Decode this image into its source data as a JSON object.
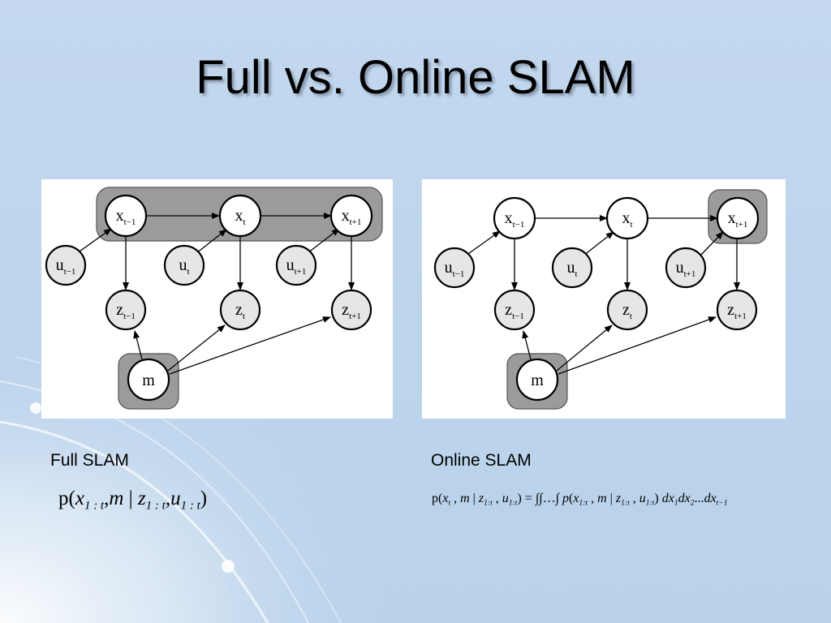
{
  "slide": {
    "title": "Full vs. Online SLAM"
  },
  "full": {
    "caption": "Full SLAM",
    "formula": {
      "p": "p(",
      "x": "x",
      "x_sub": "1 : t",
      "comma1": ",",
      "m": "m",
      "bar": " | ",
      "z": "z",
      "z_sub": "1 : t",
      "comma2": ",",
      "u": "u",
      "u_sub": "1 : t",
      "close": ")"
    },
    "nodes": {
      "x_prev": {
        "main": "x",
        "sub": "t−1"
      },
      "x_t": {
        "main": "x",
        "sub": "t"
      },
      "x_next": {
        "main": "x",
        "sub": "t+1"
      },
      "u_prev": {
        "main": "u",
        "sub": "t−1"
      },
      "u_t": {
        "main": "u",
        "sub": "t"
      },
      "u_next": {
        "main": "u",
        "sub": "t+1"
      },
      "z_prev": {
        "main": "z",
        "sub": "t−1"
      },
      "z_t": {
        "main": "z",
        "sub": "t"
      },
      "z_next": {
        "main": "z",
        "sub": "t+1"
      },
      "m": {
        "main": "m"
      }
    }
  },
  "online": {
    "caption": "Online SLAM",
    "formula": {
      "lhs_p": "p(",
      "lhs_x": "x",
      "lhs_x_sub": "t",
      "lhs_comma1": " , ",
      "lhs_m": "m",
      "lhs_bar": " | ",
      "lhs_z": "z",
      "lhs_z_sub": "1:t",
      "lhs_comma2": " , ",
      "lhs_u": "u",
      "lhs_u_sub": "1:t",
      "lhs_close": ") = ",
      "integrals": "∫∫…∫ ",
      "rhs_p": "p",
      "rhs_open": "(",
      "rhs_x": "x",
      "rhs_x_sub": "1:t",
      "rhs_comma1": " , ",
      "rhs_m": "m",
      "rhs_bar": " | ",
      "rhs_z": "z",
      "rhs_z_sub": "1:t",
      "rhs_comma2": " , ",
      "rhs_u": "u",
      "rhs_u_sub": "1:t",
      "rhs_close": ") ",
      "dx1": "dx",
      "dx1_sub": "1",
      "dx2": "dx",
      "dx2_sub": "2",
      "dots": "...",
      "dxt": "dx",
      "dxt_sub": "t−1"
    },
    "nodes": {
      "x_prev": {
        "main": "x",
        "sub": "t−1"
      },
      "x_t": {
        "main": "x",
        "sub": "t"
      },
      "x_next": {
        "main": "x",
        "sub": "t+1"
      },
      "u_prev": {
        "main": "u",
        "sub": "t−1"
      },
      "u_t": {
        "main": "u",
        "sub": "t"
      },
      "u_next": {
        "main": "u",
        "sub": "t+1"
      },
      "z_prev": {
        "main": "z",
        "sub": "t−1"
      },
      "z_t": {
        "main": "z",
        "sub": "t"
      },
      "z_next": {
        "main": "z",
        "sub": "t+1"
      },
      "m": {
        "main": "m"
      }
    }
  },
  "colors": {
    "highlight_box": "#9b9b9b",
    "node_fill_white": "#ffffff",
    "node_fill_gray": "#e6e6e6",
    "stroke": "#000000"
  }
}
